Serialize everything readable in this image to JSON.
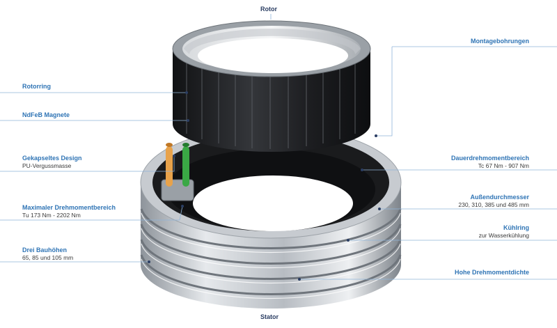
{
  "captions": {
    "top": "Rotor",
    "bottom": "Stator"
  },
  "left_labels": [
    {
      "title": "Rotorring",
      "sub": ""
    },
    {
      "title": "NdFeB Magnete",
      "sub": ""
    },
    {
      "title": "Gekapseltes Design",
      "sub": "PU-Vergussmasse"
    },
    {
      "title": "Maximaler Drehmomentbereich",
      "sub": "Tu 173 Nm - 2202 Nm"
    },
    {
      "title": "Drei Bauhöhen",
      "sub": "65, 85 und 105 mm"
    }
  ],
  "right_labels": [
    {
      "title": "Montagebohrungen",
      "sub": ""
    },
    {
      "title": "Dauerdrehmomentbereich",
      "sub": "Tc 67 Nm - 907 Nm"
    },
    {
      "title": "Außendurchmesser",
      "sub": "230, 310, 385 und 485 mm"
    },
    {
      "title": "Kühlring",
      "sub": "zur Wasserkühlung"
    },
    {
      "title": "Hohe Drehmomentdichte",
      "sub": ""
    }
  ],
  "colors": {
    "accent": "#2f74b5",
    "line": "#8fb4d9",
    "steel": "#c9cdd2",
    "magnet": "#1e1f22",
    "cable_orange": "#e8a24a",
    "cable_green": "#3aa845"
  }
}
